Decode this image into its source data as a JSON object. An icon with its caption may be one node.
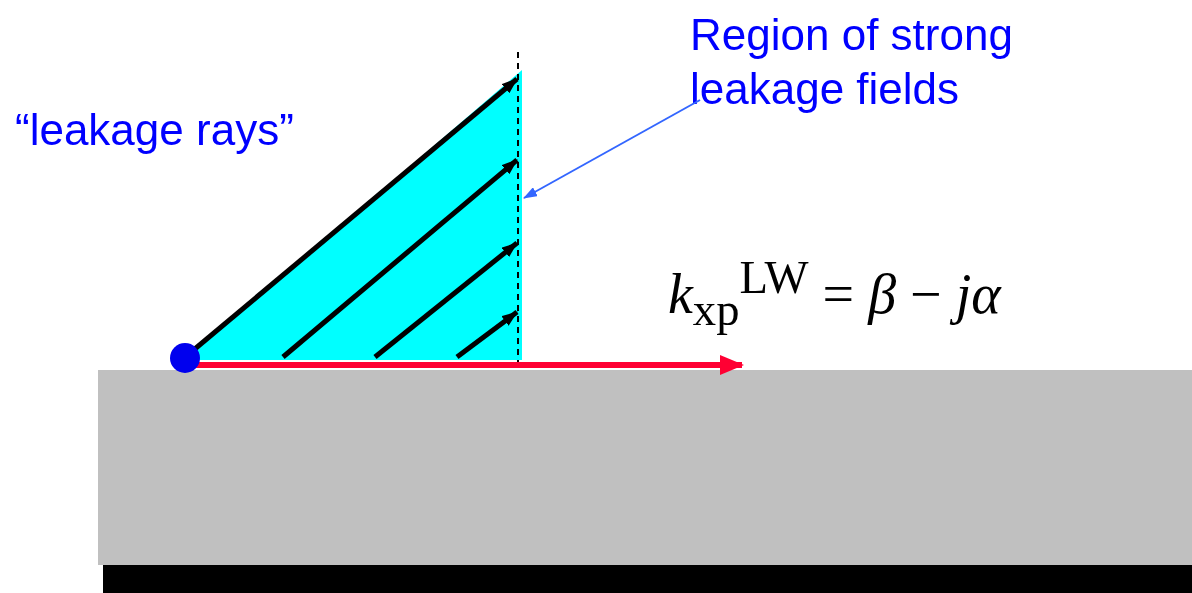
{
  "diagram": {
    "nodes": [
      {
        "text": [
          "Region of strong leakage fields"
        ]
      },
      {
        "text": [],
        "shape": "triangle"
      }
    ],
    "edges": [
      {
        "from": 0,
        "to": 1,
        "arrow": "to"
      }
    ],
    "labels": [
      "“leakage rays”",
      "*k*$_{xp}$$^{LW}$ = *β* − *jα*"
    ]
  }
}
